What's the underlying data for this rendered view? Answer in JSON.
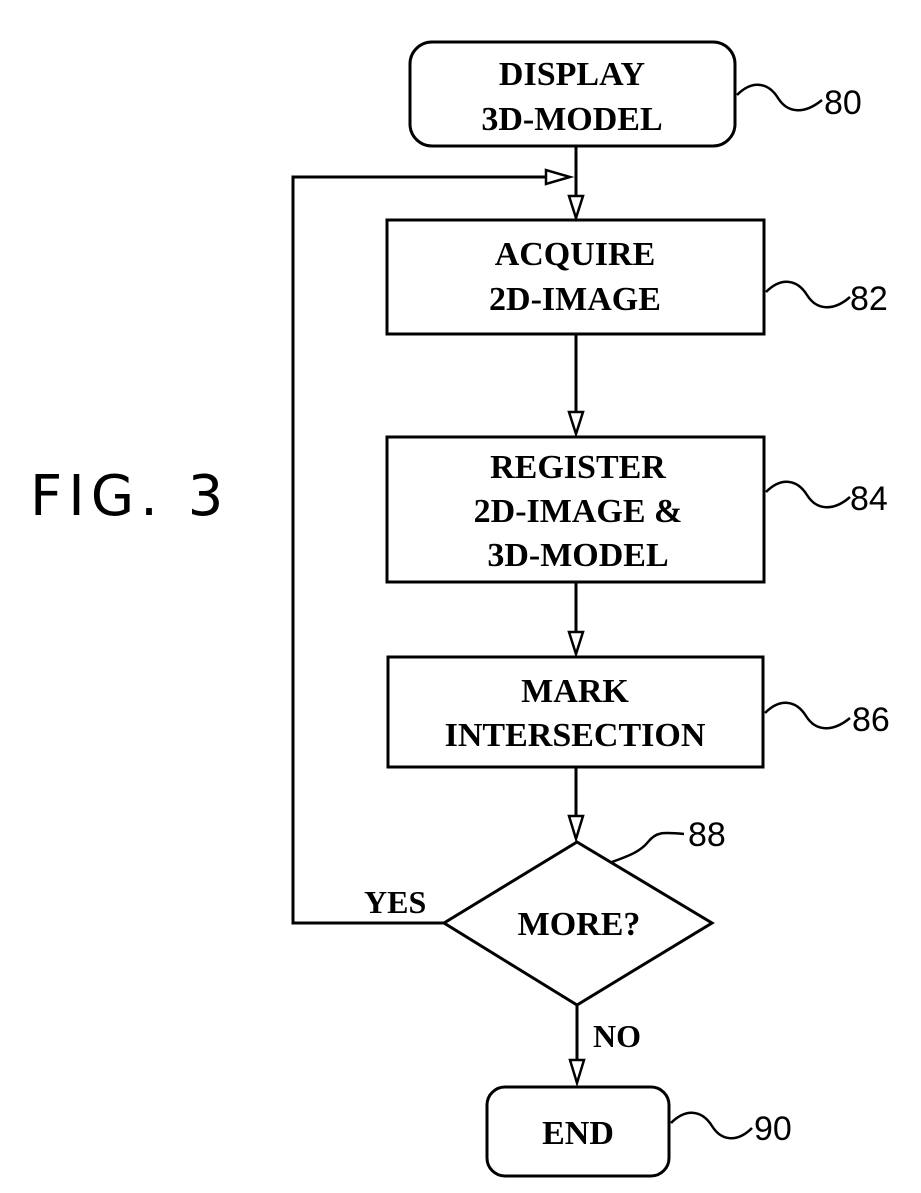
{
  "figure_label": "FIG. 3",
  "steps": {
    "display": {
      "lines": [
        "DISPLAY",
        "3D-MODEL"
      ],
      "ref": "80"
    },
    "acquire": {
      "lines": [
        "ACQUIRE",
        "2D-IMAGE"
      ],
      "ref": "82"
    },
    "register": {
      "lines": [
        "REGISTER",
        "2D-IMAGE &",
        "3D-MODEL"
      ],
      "ref": "84"
    },
    "mark": {
      "lines": [
        "MARK",
        "INTERSECTION"
      ],
      "ref": "86"
    },
    "decision": {
      "lines": [
        "MORE?"
      ],
      "ref": "88"
    },
    "end": {
      "lines": [
        "END"
      ],
      "ref": "90"
    }
  },
  "edges": {
    "yes_label": "YES",
    "no_label": "NO"
  }
}
